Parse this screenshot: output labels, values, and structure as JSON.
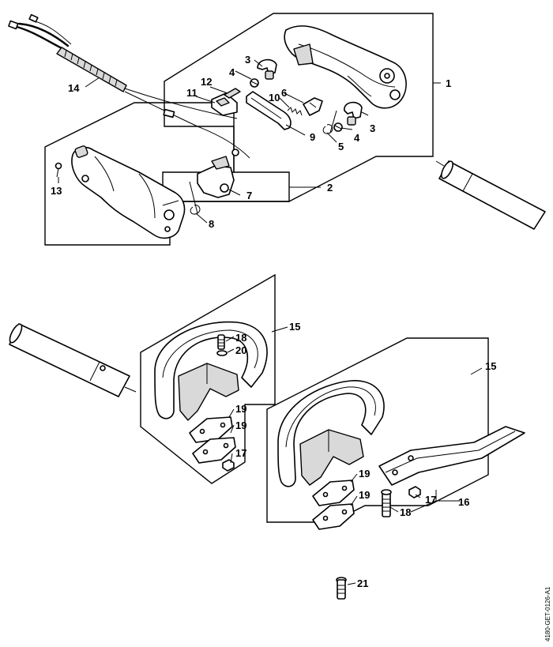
{
  "drawing_code": "4180-GET-0126-A1",
  "callouts": {
    "c1": "1",
    "c2": "2",
    "c3a": "3",
    "c3b": "3",
    "c4a": "4",
    "c4b": "4",
    "c5": "5",
    "c6": "6",
    "c7": "7",
    "c8": "8",
    "c9": "9",
    "c10": "10",
    "c11": "11",
    "c12": "12",
    "c13": "13",
    "c14": "14",
    "c15a": "15",
    "c15b": "15",
    "c16": "16",
    "c17a": "17",
    "c17b": "17",
    "c18a": "18",
    "c18b": "18",
    "c19a": "19",
    "c19b": "19",
    "c19c": "19",
    "c19d": "19",
    "c20": "20",
    "c21": "21"
  }
}
